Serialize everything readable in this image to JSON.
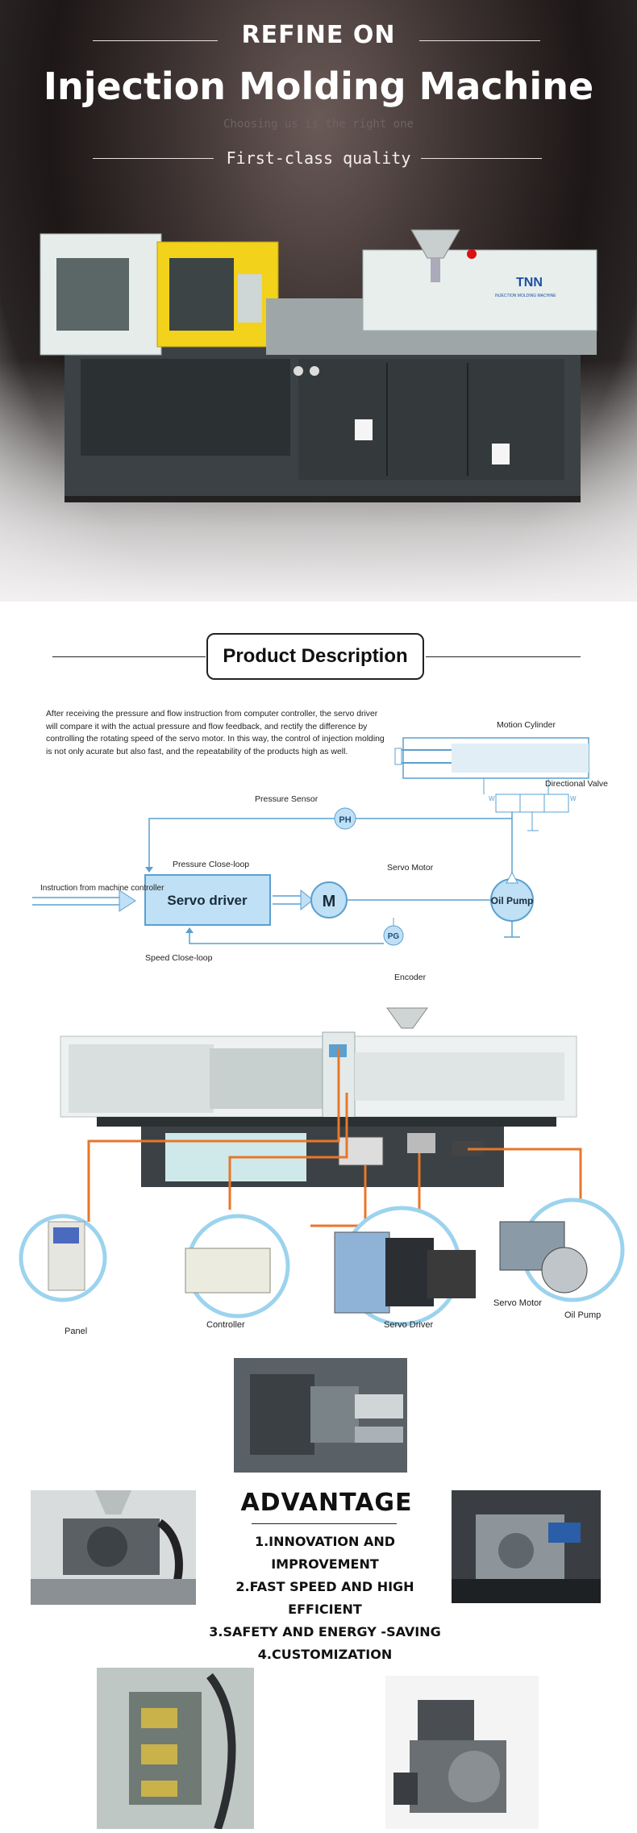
{
  "hero": {
    "brand": "REFINE ON",
    "title": "Injection Molding Machine",
    "subtitle": "Choosing us is the right one",
    "quality": "First-class quality",
    "machine_brand": "TNN",
    "machine_caption": "INJECTION MOLDING MACHINE"
  },
  "product_description": {
    "heading": "Product Description",
    "text": "After receiving the pressure and flow instruction from computer controller, the servo driver will compare it with the actual pressure and flow feedback, and rectify the difference by controlling the rotating speed of the servo motor. In this way, the control of injection molding is not only acurate but also fast, and the repeatability of the products high as well.",
    "diagram": {
      "motion_cylinder": "Motion  Cylinder",
      "directional_valve": "Directional Valve",
      "pressure_sensor": "Pressure Sensor",
      "ph": "PH",
      "pressure_close_loop": "Pressure Close-loop",
      "servo_motor": "Servo Motor",
      "instruction": "Instruction from machine controller",
      "servo_driver": "Servo driver",
      "m": "M",
      "oil_pump": "Oil Pump",
      "pg": "PG",
      "speed_close_loop": "Speed Close-loop",
      "encoder": "Encoder",
      "valve_w1": "W",
      "valve_w2": "W"
    }
  },
  "components": {
    "panel": "Panel",
    "controller": "Controller",
    "servo_driver": "Servo Driver",
    "servo_motor": "Servo Motor",
    "oil_pump": "Oil Pump"
  },
  "advantage": {
    "title": "ADVANTAGE",
    "items": [
      "1.INNOVATION AND",
      "IMPROVEMENT",
      "2.FAST SPEED AND HIGH",
      "EFFICIENT",
      "3.SAFETY AND ENERGY -SAVING",
      "4.CUSTOMIZATION"
    ]
  },
  "colors": {
    "accent_orange": "#e8762a",
    "diagram_blue": "#bfe0f5",
    "machine_yellow": "#f2d21a"
  }
}
